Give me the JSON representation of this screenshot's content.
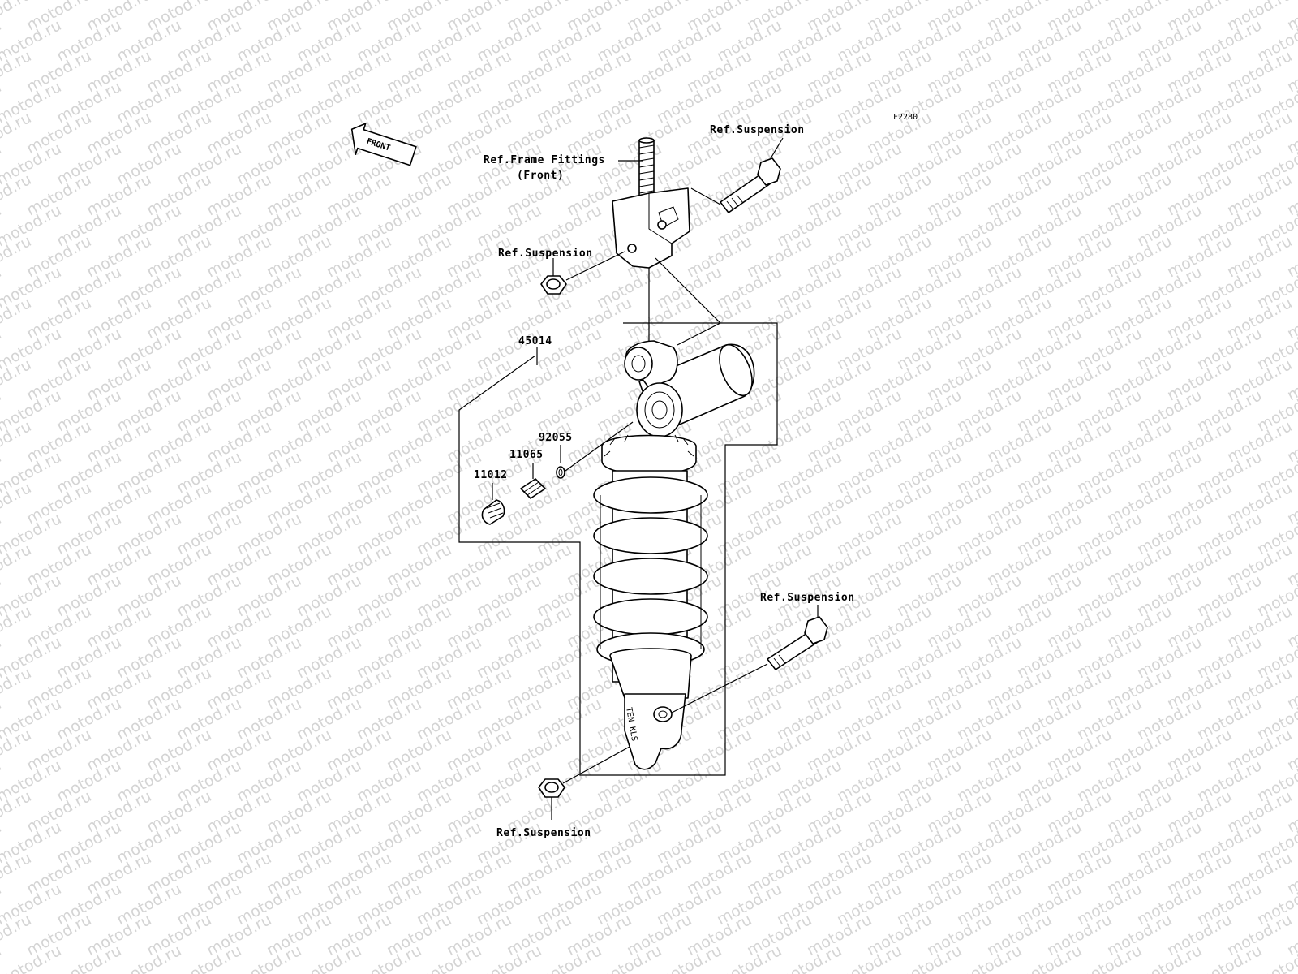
{
  "diagram": {
    "figure_code": "F2280",
    "front_label": "FRONT",
    "watermark": "motod.ru",
    "shock_marking": "TEN KLS",
    "callouts": {
      "ref_frame_fittings_line1": "Ref.Frame Fittings",
      "ref_frame_fittings_line2": "(Front)",
      "ref_suspension_top_right": "Ref.Suspension",
      "ref_suspension_top_left": "Ref.Suspension",
      "ref_suspension_bottom_right": "Ref.Suspension",
      "ref_suspension_bottom_left": "Ref.Suspension"
    },
    "part_numbers": {
      "assembly": "45014",
      "o_ring": "92055",
      "valve": "11065",
      "cap": "11012"
    },
    "colors": {
      "line": "#000000",
      "watermark": "#d4d4d4",
      "background": "#ffffff"
    }
  }
}
